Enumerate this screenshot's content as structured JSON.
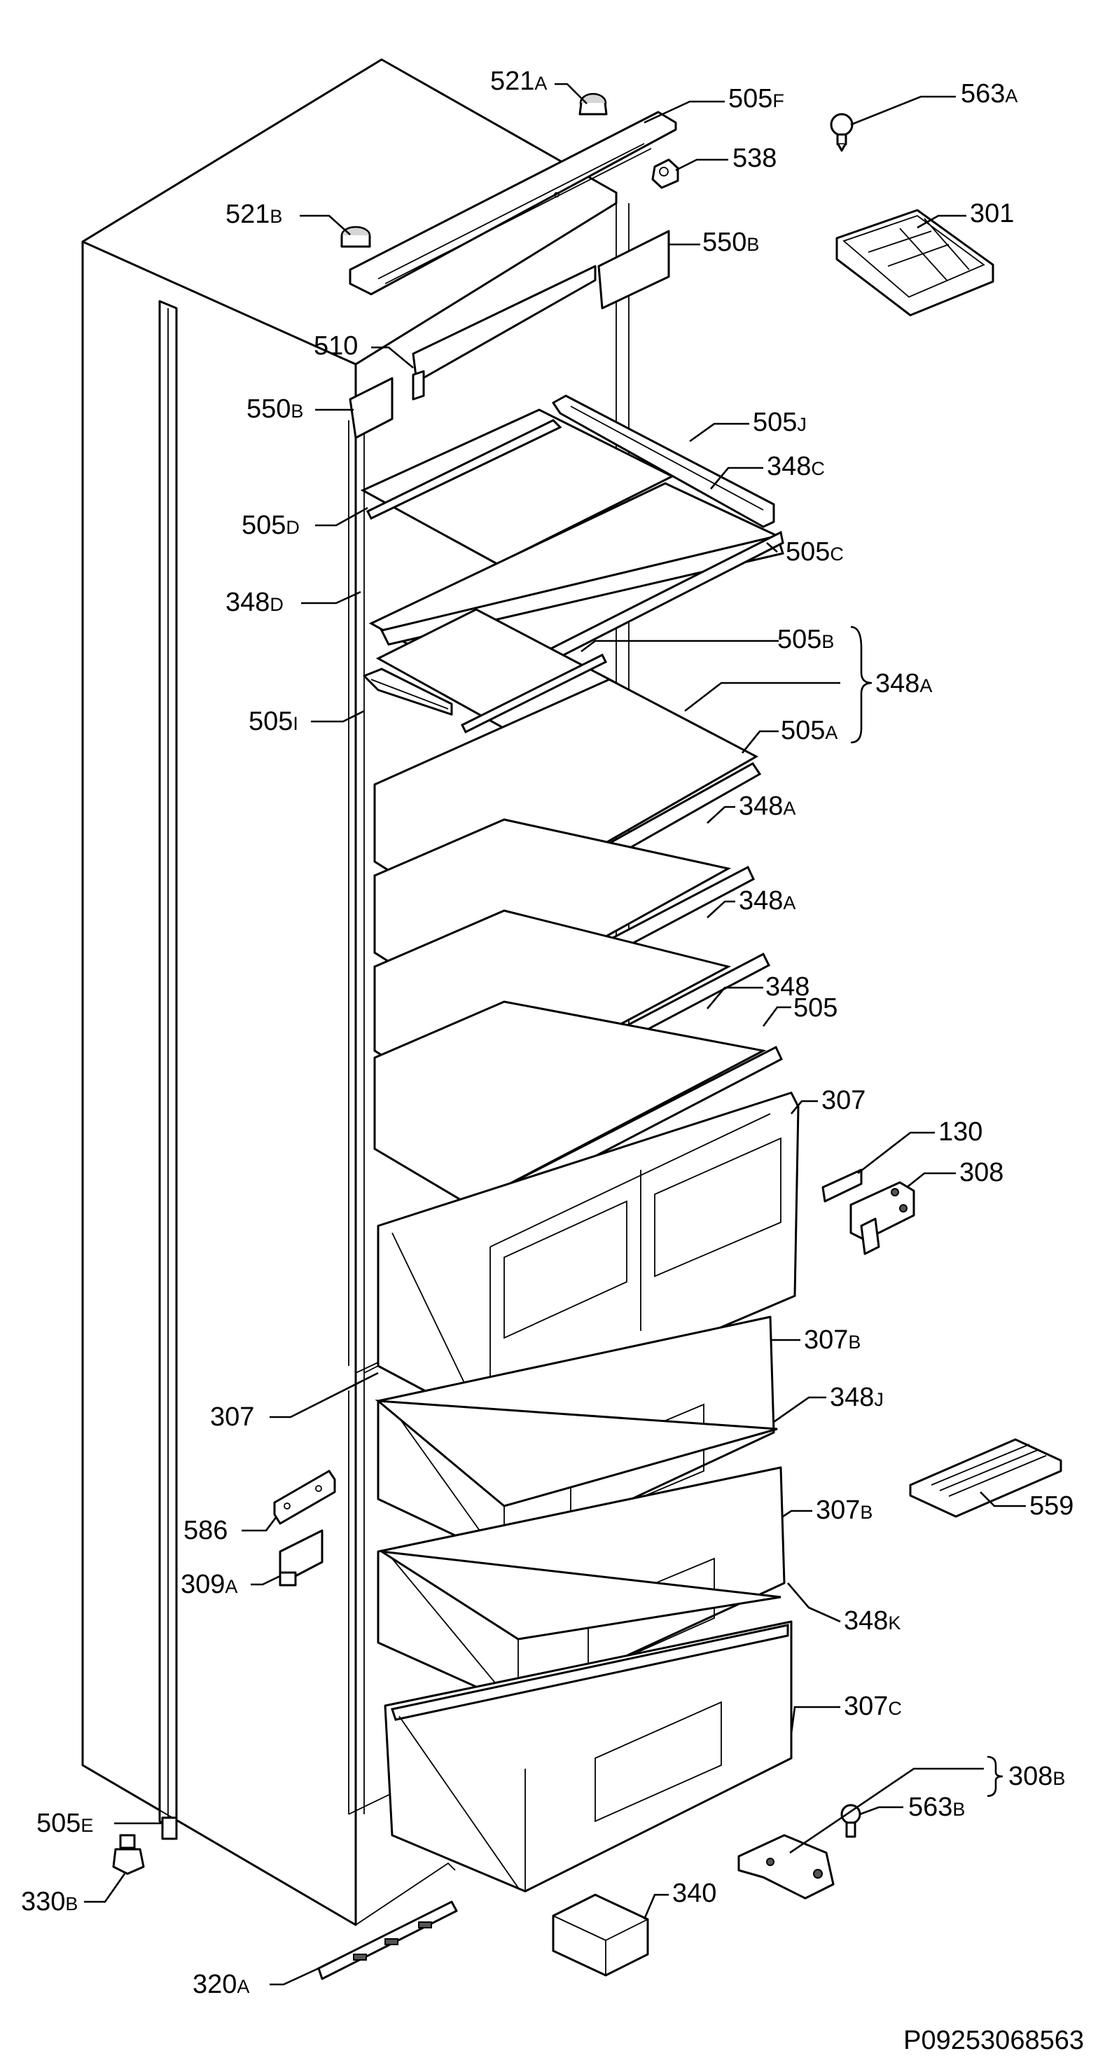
{
  "drawing_number": "P09253068563",
  "parts": [
    {
      "id": "521A",
      "num": "521",
      "suffix": "A"
    },
    {
      "id": "505F",
      "num": "505",
      "suffix": "F"
    },
    {
      "id": "563A",
      "num": "563",
      "suffix": "A"
    },
    {
      "id": "538",
      "num": "538",
      "suffix": ""
    },
    {
      "id": "521B",
      "num": "521",
      "suffix": "B"
    },
    {
      "id": "301",
      "num": "301",
      "suffix": ""
    },
    {
      "id": "550B-top",
      "num": "550",
      "suffix": "B"
    },
    {
      "id": "510",
      "num": "510",
      "suffix": ""
    },
    {
      "id": "550B-left",
      "num": "550",
      "suffix": "B"
    },
    {
      "id": "505J",
      "num": "505",
      "suffix": "J"
    },
    {
      "id": "348C",
      "num": "348",
      "suffix": "C"
    },
    {
      "id": "505D",
      "num": "505",
      "suffix": "D"
    },
    {
      "id": "505C",
      "num": "505",
      "suffix": "C"
    },
    {
      "id": "348D",
      "num": "348",
      "suffix": "D"
    },
    {
      "id": "505B",
      "num": "505",
      "suffix": "B"
    },
    {
      "id": "348A-group",
      "num": "348",
      "suffix": "A"
    },
    {
      "id": "505I",
      "num": "505",
      "suffix": "I"
    },
    {
      "id": "505A",
      "num": "505",
      "suffix": "A"
    },
    {
      "id": "348A-1",
      "num": "348",
      "suffix": "A"
    },
    {
      "id": "348A-2",
      "num": "348",
      "suffix": "A"
    },
    {
      "id": "348",
      "num": "348",
      "suffix": ""
    },
    {
      "id": "505",
      "num": "505",
      "suffix": ""
    },
    {
      "id": "307-right",
      "num": "307",
      "suffix": ""
    },
    {
      "id": "130",
      "num": "130",
      "suffix": ""
    },
    {
      "id": "308",
      "num": "308",
      "suffix": ""
    },
    {
      "id": "307B-1",
      "num": "307",
      "suffix": "B"
    },
    {
      "id": "307-left",
      "num": "307",
      "suffix": ""
    },
    {
      "id": "348J",
      "num": "348",
      "suffix": "J"
    },
    {
      "id": "586",
      "num": "586",
      "suffix": ""
    },
    {
      "id": "307B-2",
      "num": "307",
      "suffix": "B"
    },
    {
      "id": "559",
      "num": "559",
      "suffix": ""
    },
    {
      "id": "309A",
      "num": "309",
      "suffix": "A"
    },
    {
      "id": "348K",
      "num": "348",
      "suffix": "K"
    },
    {
      "id": "307C",
      "num": "307",
      "suffix": "C"
    },
    {
      "id": "563B",
      "num": "563",
      "suffix": "B"
    },
    {
      "id": "308B",
      "num": "308",
      "suffix": "B"
    },
    {
      "id": "505E",
      "num": "505",
      "suffix": "E"
    },
    {
      "id": "330B",
      "num": "330",
      "suffix": "B"
    },
    {
      "id": "340",
      "num": "340",
      "suffix": ""
    },
    {
      "id": "320A",
      "num": "320",
      "suffix": "A"
    }
  ]
}
